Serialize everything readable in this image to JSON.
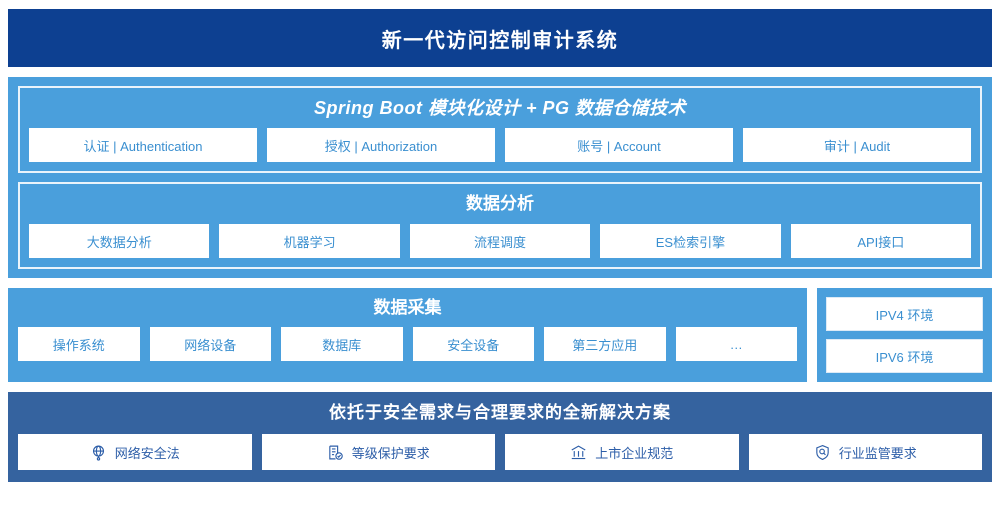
{
  "header": {
    "title": "新一代访问控制审计系统",
    "bg_color": "#0d4091"
  },
  "platform": {
    "bg_color": "#4a9fdc",
    "groups": [
      {
        "title": "Spring Boot 模块化设计 + PG 数据仓储技术",
        "cards": [
          {
            "label": "认证 | Authentication"
          },
          {
            "label": "授权 | Authorization"
          },
          {
            "label": "账号 | Account"
          },
          {
            "label": "审计 | Audit"
          }
        ]
      },
      {
        "title": "数据分析",
        "cards": [
          {
            "label": "大数据分析"
          },
          {
            "label": "机器学习"
          },
          {
            "label": "流程调度"
          },
          {
            "label": "ES检索引擎"
          },
          {
            "label": "API接口"
          }
        ]
      }
    ]
  },
  "collect": {
    "title": "数据采集",
    "bg_color": "#4a9fdc",
    "cards": [
      {
        "label": "操作系统"
      },
      {
        "label": "网络设备"
      },
      {
        "label": "数据库"
      },
      {
        "label": "安全设备"
      },
      {
        "label": "第三方应用"
      },
      {
        "label": "…"
      }
    ]
  },
  "environment": {
    "cards": [
      {
        "label": "IPV4 环境"
      },
      {
        "label": "IPV6 环境"
      }
    ]
  },
  "solution": {
    "title": "依托于安全需求与合理要求的全新解决方案",
    "bg_color": "#35639f",
    "cards": [
      {
        "label": "网络安全法",
        "icon": "globe-icon"
      },
      {
        "label": "等级保护要求",
        "icon": "document-check-icon"
      },
      {
        "label": "上市企业规范",
        "icon": "bank-icon"
      },
      {
        "label": "行业监管要求",
        "icon": "shield-search-icon"
      }
    ]
  },
  "colors": {
    "header_navy": "#0d4091",
    "panel_light_blue": "#4a9fdc",
    "panel_steel_blue": "#35639f",
    "card_text_blue": "#3a8fd0",
    "solution_card_text": "#2d5ea8",
    "card_bg": "#ffffff"
  }
}
